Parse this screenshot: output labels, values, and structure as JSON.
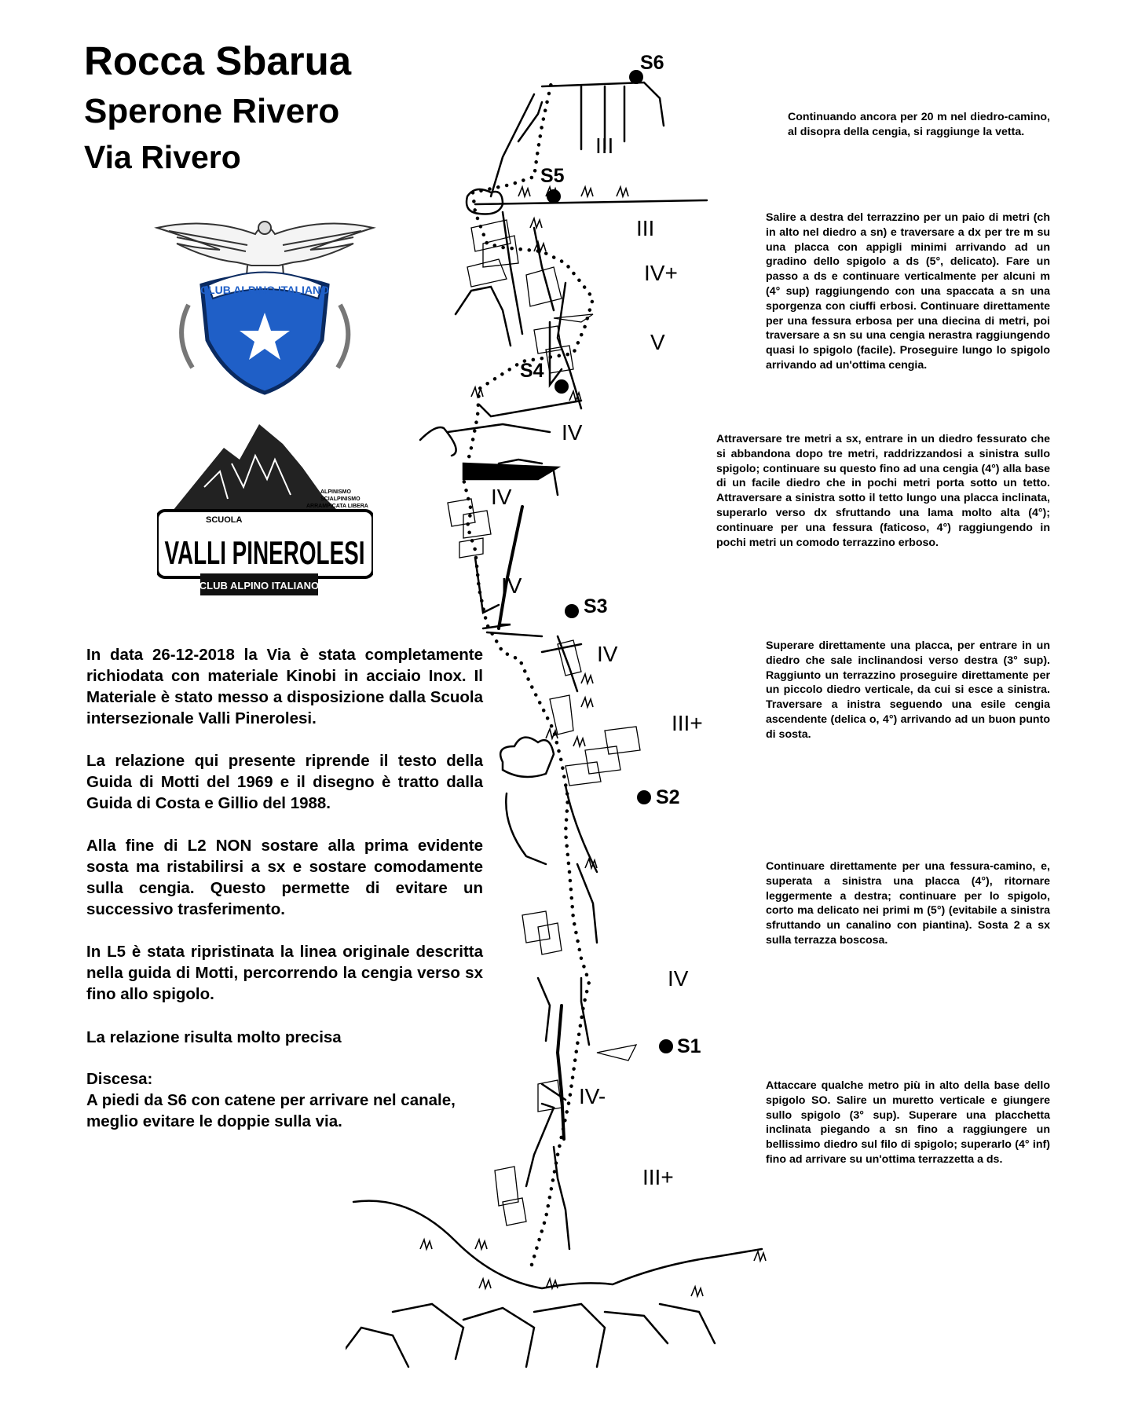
{
  "header": {
    "title": "Rocca Sbarua",
    "subtitle": "Sperone Rivero",
    "route": "Via Rivero"
  },
  "logos": {
    "cai_text": "CLUB ALPINO ITALIANO",
    "school_line1": "SCUOLA",
    "school_name": "VALLI PINEROLESI",
    "school_sub": "CLUB ALPINO ITALIANO",
    "school_tag1": "ALPINISMO",
    "school_tag2": "SCIALPINISMO",
    "school_tag3": "ARRAMPICATA LIBERA"
  },
  "notes": {
    "p1": "In data 26-12-2018 la Via è stata completamente richiodata con materiale Kinobi in acciaio Inox. Il Materiale è stato messo a disposizione dalla Scuola intersezionale Valli Pinerolesi.",
    "p2": "La relazione qui presente riprende il testo della Guida di Motti del 1969 e il disegno è tratto dalla Guida di Costa e Gillio del 1988.",
    "p3": "Alla fine di L2 NON sostare alla prima evidente sosta ma ristabilirsi a sx e sostare comodamente sulla cengia. Questo permette di evitare un successivo trasferimento.",
    "p4": "In L5 è stata ripristinata la linea originale descritta nella guida di Motti, percorrendo la cengia verso sx fino allo spigolo.",
    "p5": "La relazione risulta molto precisa",
    "descent_title": "Discesa:",
    "descent_text": "A piedi da S6 con catene per arrivare nel canale, meglio evitare le doppie sulla via."
  },
  "pitches": {
    "l6": "Continuando ancora per 20 m nel diedro-camino, al disopra della cengia, si raggiunge la vetta.",
    "l5": "Salire a destra del terrazzino per un paio di metri (ch in alto nel diedro a sn) e traversare a dx per tre m su una placca con appigli minimi arrivando ad un gradino dello spigolo a ds (5°, delicato). Fare un passo a ds e continuare verticalmente per alcuni m (4° sup) raggiungendo con una spaccata a sn una sporgenza con ciuffi erbosi. Continuare direttamente per una fessura erbosa per una diecina di metri, poi traversare a sn su una cengia nerastra raggiungendo quasi lo spigolo (facile). Proseguire lungo lo spigolo arrivando ad un'ottima cengia.",
    "l4": "Attraversare tre metri a sx, entrare in un diedro fessurato che si abbandona dopo tre metri, raddrizzandosi a sinistra sullo spigolo; continuare su questo fino ad una cengia (4°) alla base di un facile diedro che in pochi metri porta sotto un tetto. Attraversare a sinistra sotto il tetto lungo una placca inclinata, superarlo verso dx sfruttando una lama molto alta (4°); continuare per una fessura (faticoso, 4°) raggiungendo in pochi metri un comodo terrazzino erboso.",
    "l3": "Superare direttamente una placca, per entrare in un diedro che sale inclinandosi verso destra (3° sup). Raggiunto un terrazzino proseguire direttamente per un piccolo diedro verticale, da cui si esce a sinistra. Traversare a inistra seguendo una esile cengia ascendente (delica o, 4°) arrivando ad un buon punto di sosta.",
    "l2": "Continuare direttamente per una fessura-camino, e, superata a sinistra una placca (4°), ritornare leggermente a destra; continuare per lo spigolo, corto ma delicato nei primi m (5°) (evitabile a sinistra sfruttando un canalino con piantina). Sosta 2 a sx sulla terrazza boscosa.",
    "l1": "Attaccare qualche metro più in alto della base dello spigolo SO. Salire un muretto verticale e giungere sullo spigolo (3° sup). Superare una placchetta inclinata piegando a sn fino a raggiungere un bellissimo diedro sul filo di spigolo; superarlo (4° inf) fino ad arrivare su un'ottima terrazzetta a ds."
  },
  "topo": {
    "stations": [
      "S1",
      "S2",
      "S3",
      "S4",
      "S5",
      "S6"
    ],
    "grades": [
      "III+",
      "IV-",
      "IV",
      "III+",
      "IV",
      "IV",
      "IV",
      "IV",
      "V",
      "IV+",
      "III",
      "III"
    ]
  }
}
